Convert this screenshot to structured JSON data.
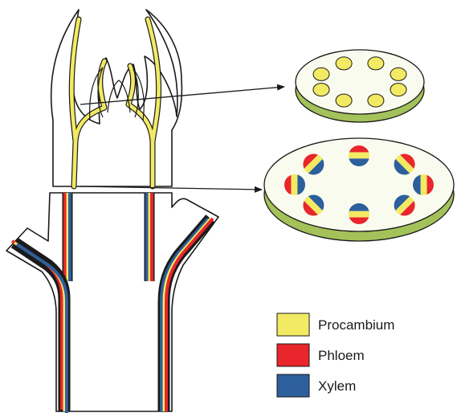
{
  "colors": {
    "procambium": "#f2ea63",
    "phloem": "#e8262b",
    "xylem": "#2c5f9c",
    "disc_top": "#fafbef",
    "disc_side": "#a3c25a",
    "outline": "#1a1a1a",
    "background": "#ffffff"
  },
  "legend": {
    "items": [
      {
        "key": "procambium",
        "label": "Procambium",
        "color": "#f2ea63"
      },
      {
        "key": "phloem",
        "label": "Phloem",
        "color": "#e8262b"
      },
      {
        "key": "xylem",
        "label": "Xylem",
        "color": "#2c5f9c"
      }
    ]
  },
  "cross_sections": [
    {
      "name": "upper-section",
      "bundle_tissues": [
        "procambium"
      ],
      "bundle_count": 8
    },
    {
      "name": "lower-section",
      "bundle_tissues": [
        "phloem",
        "procambium",
        "xylem"
      ],
      "bundle_count": 8
    }
  ]
}
